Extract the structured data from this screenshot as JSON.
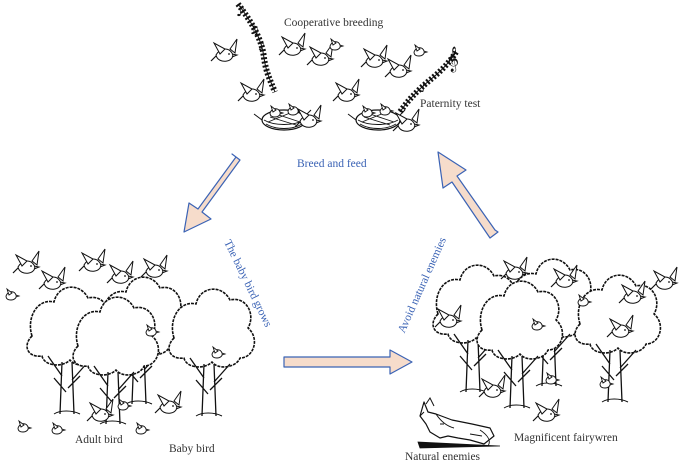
{
  "labels": {
    "cooperative_breeding": "Cooperative breeding",
    "paternity_test": "Paternity test",
    "breed_and_feed": "Breed and feed",
    "baby_bird_grows": "The baby bird grows",
    "avoid_natural_enemies": "Avoid natural enemies",
    "adult_bird": "Adult bird",
    "baby_bird": "Baby bird",
    "natural_enemies": "Natural enemies",
    "magnificent_fairywren": "Magnificent fairywren"
  },
  "colors": {
    "arrow_fill": "#f6dccb",
    "arrow_stroke": "#3b63b5",
    "process_text": "#3b63b5",
    "label_text": "#333333",
    "line_art": "#111111"
  }
}
